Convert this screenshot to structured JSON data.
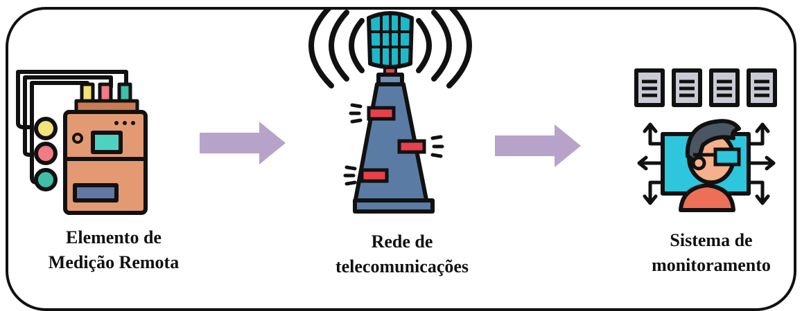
{
  "diagram": {
    "nodes": [
      {
        "id": "device",
        "lines": [
          "Elemento de",
          "Medição Remota"
        ],
        "icon": "ecg-monitor-icon"
      },
      {
        "id": "network",
        "lines": [
          "Rede de",
          "telecomunicações"
        ],
        "icon": "radio-tower-icon"
      },
      {
        "id": "monitor",
        "lines": [
          "Sistema de",
          "monitoramento"
        ],
        "icon": "operator-dashboard-icon"
      }
    ],
    "edges": [
      {
        "from": "device",
        "to": "network"
      },
      {
        "from": "network",
        "to": "monitor"
      }
    ],
    "colors": {
      "outline": "#111111",
      "arrow": "#b7a3c9",
      "device_body": "#e39a72",
      "screen": "#4fd1c0",
      "yellow": "#f4e27a",
      "pink": "#f07c86",
      "green": "#3fbfa6",
      "tower": "#5a7ca4",
      "red": "#e8414b",
      "panel": "#c9cbd4",
      "skin": "#f5b08c",
      "shirt": "#ee6f58",
      "hair": "#4b5663"
    }
  }
}
